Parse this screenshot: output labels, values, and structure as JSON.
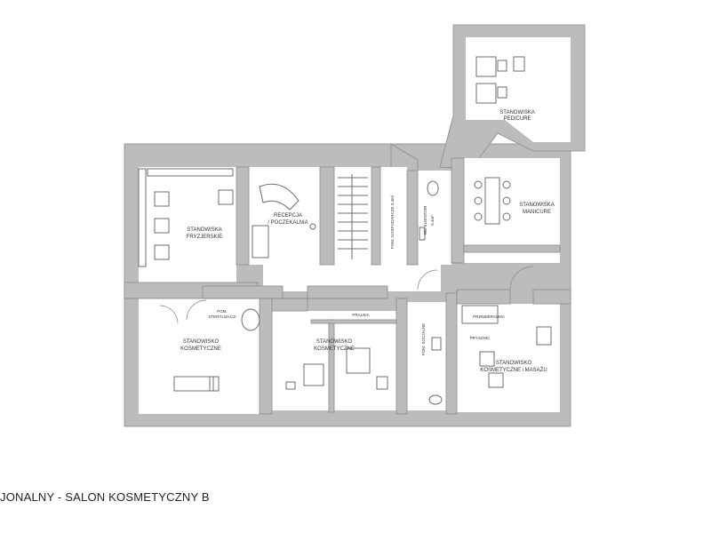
{
  "caption": "JONALNY - SALON KOSMETYCZNY B",
  "rooms": {
    "pedicure": [
      "STANOWISKA",
      "PEDICURE"
    ],
    "manicure": [
      "STANOWISKA",
      "MANICURE"
    ],
    "fryzjerskie": [
      "STANOWISKA",
      "FRYZJERSKIE"
    ],
    "recepcja": [
      "RECEPCJA",
      "/ POCZEKALNIA"
    ],
    "gospodarcze": "POM. GOSPODARCZE 3,4m²",
    "wc_klientow": "WC KLIENTÓW",
    "wc_area": "5,4m²",
    "sterylizacja": [
      "POM.",
      "STERYLIZACJI"
    ],
    "kosmetyczne_1": [
      "STANOWISKO",
      "KOSMETYCZNE"
    ],
    "pralnia": "PRALNIA",
    "kosmetyczne_2": [
      "STANOWISKO",
      "KOSMETYCZNE"
    ],
    "socjalne": "POM. SOCJALNE",
    "przebieralnia": "PRZEBIERALNIA",
    "prysznic": "PRYSZNIC",
    "kosmetyczne_masaz": [
      "STANOWISKO",
      "KOSMETYCZNE i MASAŻU"
    ]
  }
}
